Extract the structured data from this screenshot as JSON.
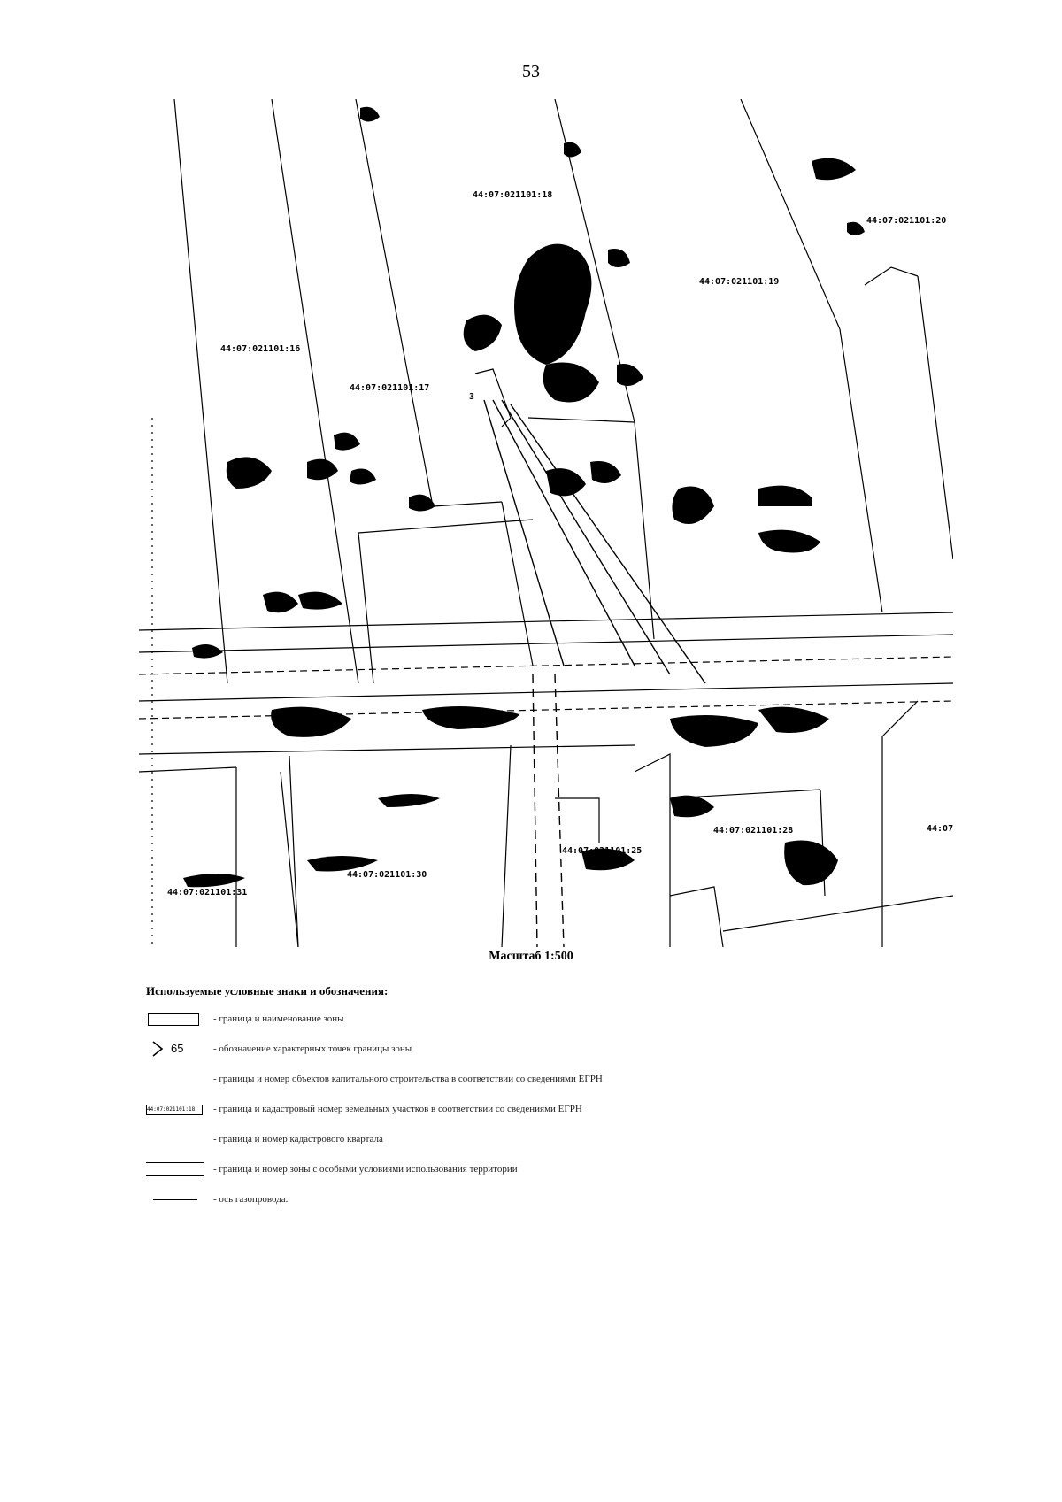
{
  "page_number": "53",
  "map": {
    "parcels": [
      {
        "id": "p18",
        "label": "44:07:021101:18"
      },
      {
        "id": "p19",
        "label": "44:07:021101:19"
      },
      {
        "id": "p20",
        "label": "44:07:021101:20"
      },
      {
        "id": "p16",
        "label": "44:07:021101:16"
      },
      {
        "id": "p17",
        "label": "44:07:021101:17"
      },
      {
        "id": "p28",
        "label": "44:07:021101:28"
      },
      {
        "id": "p30",
        "label": "44:07:021101:30"
      },
      {
        "id": "p31",
        "label": "44:07:021101:31"
      },
      {
        "id": "p25",
        "label": "44:07:021101:25"
      },
      {
        "id": "p44",
        "label": "44:07"
      }
    ],
    "point_label": "3"
  },
  "scale_label": "Масштаб 1:500",
  "legend": {
    "title": "Используемые условные знаки и обозначения:",
    "point_number": "65",
    "parcel_sample": "44:07:021101:18",
    "items": [
      {
        "text": "- граница и наименование зоны"
      },
      {
        "text": "- обозначение характерных точек границы зоны"
      },
      {
        "text": "- границы и номер объектов капитального строительства в соответствии со сведениями ЕГРН"
      },
      {
        "text": "- граница и кадастровый номер земельных участков в соответствии со сведениями ЕГРН"
      },
      {
        "text": "- граница и номер кадастрового квартала"
      },
      {
        "text": "- граница и номер зоны с особыми условиями использования территории"
      },
      {
        "text": "- ось газопровода."
      }
    ]
  }
}
